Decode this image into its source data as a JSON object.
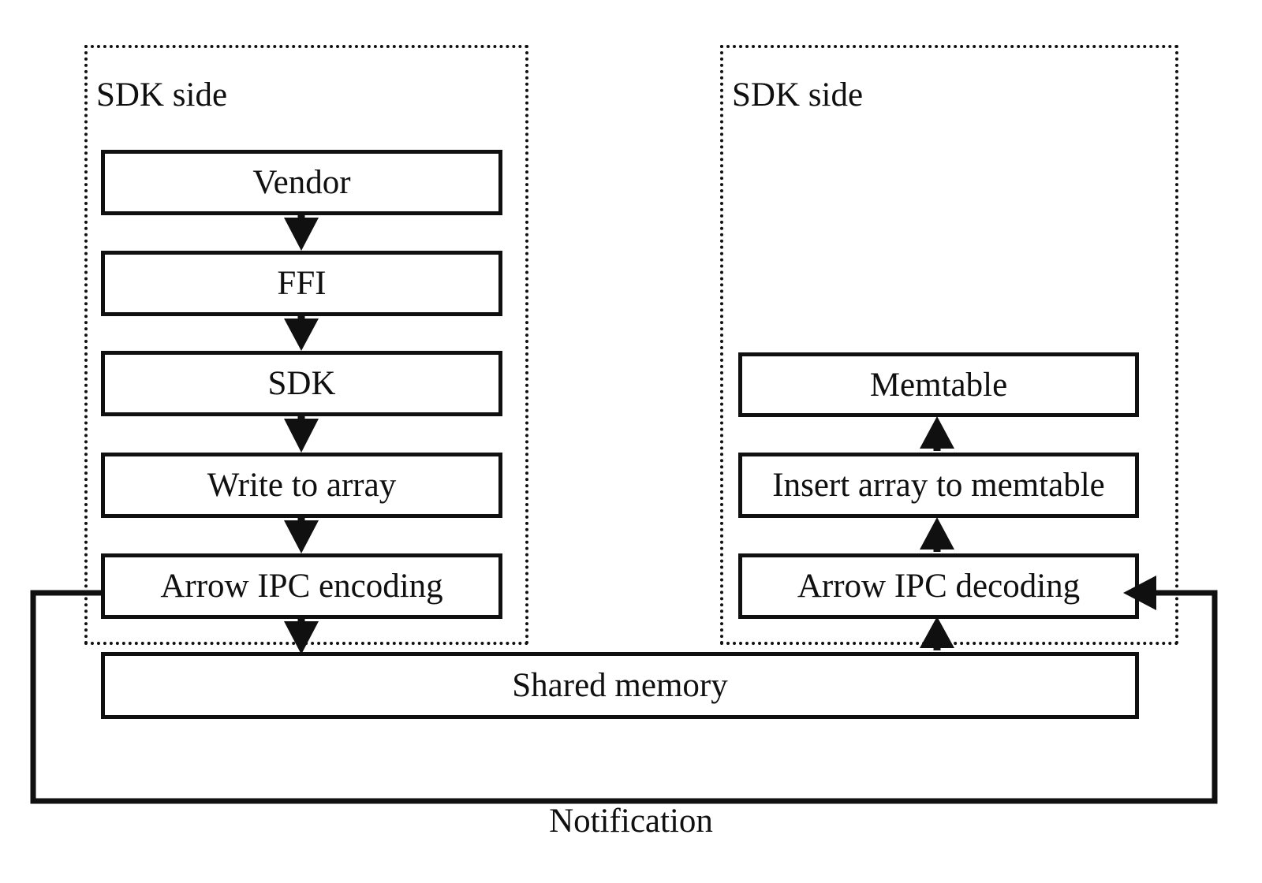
{
  "diagram": {
    "title_caption": "Notification",
    "groups": [
      {
        "id": "left-group",
        "label": "SDK side"
      },
      {
        "id": "right-group",
        "label": "SDK side"
      }
    ],
    "left_column": [
      {
        "id": "vendor",
        "label": "Vendor"
      },
      {
        "id": "ffi",
        "label": "FFI"
      },
      {
        "id": "sdk",
        "label": "SDK"
      },
      {
        "id": "write-to-array",
        "label": "Write to array"
      },
      {
        "id": "arrow-ipc-encoding",
        "label": "Arrow IPC encoding"
      }
    ],
    "right_column": [
      {
        "id": "memtable",
        "label": "Memtable"
      },
      {
        "id": "insert-array-to-memtable",
        "label": "Insert array to memtable"
      },
      {
        "id": "arrow-ipc-decoding",
        "label": "Arrow IPC decoding"
      }
    ],
    "shared": {
      "id": "shared-memory",
      "label": "Shared memory"
    },
    "colors": {
      "stroke": "#101010",
      "fill": "#ffffff",
      "text": "#101010"
    },
    "edges": [
      {
        "from": "vendor",
        "to": "ffi",
        "direction": "down"
      },
      {
        "from": "ffi",
        "to": "sdk",
        "direction": "down"
      },
      {
        "from": "sdk",
        "to": "write-to-array",
        "direction": "down"
      },
      {
        "from": "write-to-array",
        "to": "arrow-ipc-encoding",
        "direction": "down"
      },
      {
        "from": "arrow-ipc-encoding",
        "to": "shared-memory",
        "direction": "down"
      },
      {
        "from": "shared-memory",
        "to": "arrow-ipc-decoding",
        "direction": "up"
      },
      {
        "from": "arrow-ipc-decoding",
        "to": "insert-array-to-memtable",
        "direction": "up"
      },
      {
        "from": "insert-array-to-memtable",
        "to": "memtable",
        "direction": "up"
      },
      {
        "from": "arrow-ipc-encoding",
        "to": "arrow-ipc-decoding",
        "direction": "loop",
        "label": "Notification"
      }
    ]
  }
}
